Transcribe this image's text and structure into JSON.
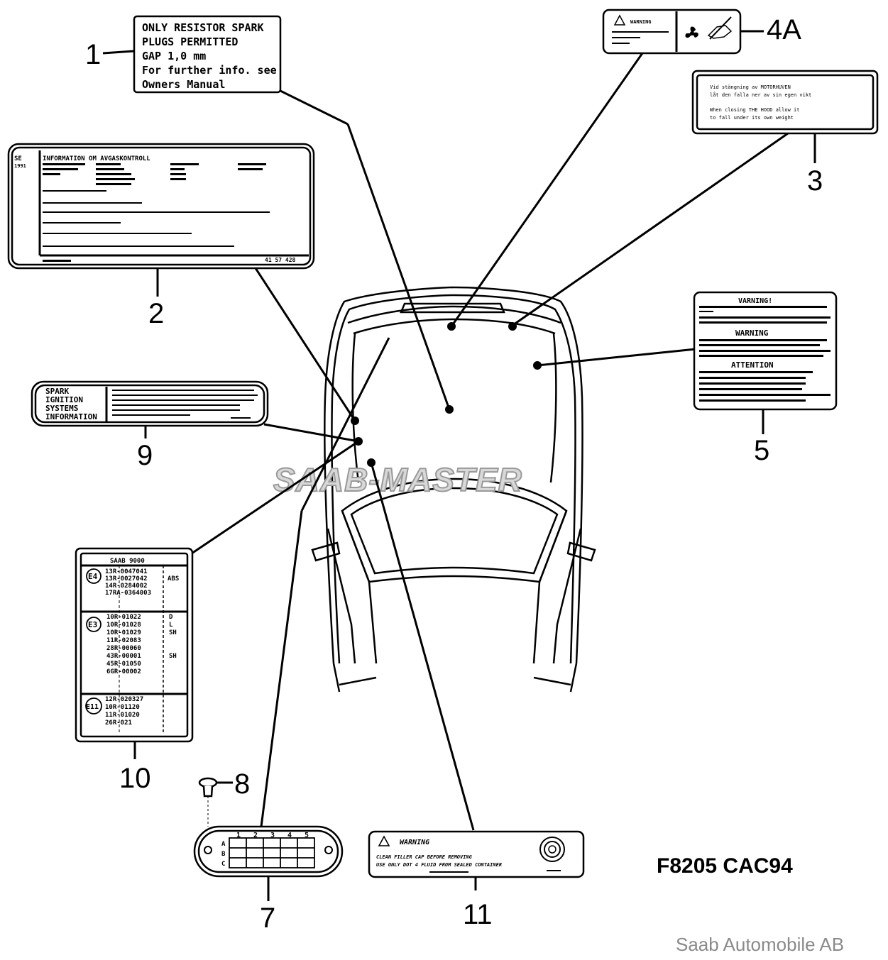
{
  "title_code": "F8205 CAC94",
  "copyright": "Saab Automobile AB",
  "watermark": "SAAB-MASTER",
  "callouts": {
    "c1": "1",
    "c2": "2",
    "c3": "3",
    "c4a": "4A",
    "c5": "5",
    "c7": "7",
    "c8": "8",
    "c9": "9",
    "c10": "10",
    "c11": "11"
  },
  "label1": {
    "lines": [
      "ONLY RESISTOR SPARK",
      "PLUGS  PERMITTED",
      "GAP  1,0 mm",
      "For further info. see",
      "Owners  Manual"
    ]
  },
  "label2": {
    "country": "SE",
    "year": "1991",
    "heading": "INFORMATION OM AVGASKONTROLL",
    "part_number": "41 57 428"
  },
  "label3": {
    "lines": [
      "Vid stängning av MOTORHUVEN",
      "låt den falla ner av sin egen vikt",
      "When closing THE HOOD allow it",
      "to fall under its own weight"
    ]
  },
  "label4a": {
    "heading": "WARNING"
  },
  "label5": {
    "h1": "VARNING!",
    "h2": "WARNING",
    "h3": "ATTENTION"
  },
  "label7": {
    "cols": [
      "1",
      "2",
      "3",
      "4",
      "5"
    ],
    "rows": [
      "A",
      "B",
      "C"
    ]
  },
  "label9": {
    "left": [
      "SPARK",
      "IGNITION",
      "SYSTEMS",
      "INFORMATION"
    ]
  },
  "label10": {
    "heading": "SAAB 9000",
    "e4_codes": [
      "13R-0047041",
      "13R-0027042",
      "14R-0284002",
      "17RA-0364003"
    ],
    "e4_note": "ABS",
    "e3_codes": [
      "10R-01022",
      "10R-01028",
      "10R-01029",
      "11R-02083",
      "28R-00060",
      "43R-00001",
      "45R-01050",
      "6GR-00002"
    ],
    "e3_notes": [
      "D",
      "L",
      "SH",
      "SH"
    ],
    "e11_codes": [
      "12R-020327",
      "10R-01120",
      "11R-01020",
      "26R-021"
    ],
    "marks": [
      "E4",
      "E3",
      "E11"
    ]
  },
  "label11": {
    "heading": "WARNING",
    "lines": [
      "CLEAN FILLER CAP BEFORE REMOVING",
      "USE ONLY DOT 4 FLUID FROM SEALED CONTAINER"
    ]
  }
}
